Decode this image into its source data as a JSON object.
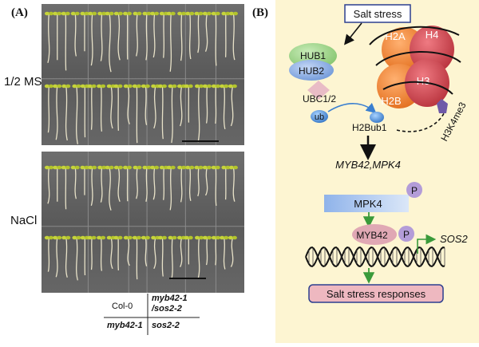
{
  "panel_a": {
    "label": "(A)",
    "rows": {
      "top": "1/2 MS",
      "bottom": "NaCl"
    },
    "legend": {
      "col0": "Col-0",
      "myb42_sos2_line1": "myb42-1",
      "myb42_sos2_line2": "/sos2-2",
      "myb42": "myb42-1",
      "sos2": "sos2-2"
    }
  },
  "panel_b": {
    "label": "(B)",
    "salt_stress": "Salt stress",
    "hub1": "HUB1",
    "hub2": "HUB2",
    "ubc": "UBC1/2",
    "ub": "ub",
    "h2a": "H2A",
    "h4": "H4",
    "h3": "H3",
    "h2b": "H2B",
    "h2bub1": "H2Bub1",
    "h3k4me3": "H3K4me3",
    "genes": "MYB42,MPK4",
    "mpk4": "MPK4",
    "p1": "P",
    "myb42": "MYB42",
    "p2": "P",
    "sos2": "SOS2",
    "responses": "Salt stress responses"
  },
  "colors": {
    "panel_b_bg": "#fdf5d2",
    "salt_box_border": "#2c3f8f",
    "hub1": "#9fd28c",
    "hub2": "#86a9e0",
    "ubc": "#e9bcc6",
    "ub": "#4e8fd6",
    "h2a": "#f08a3c",
    "h4": "#cf4f58",
    "h3": "#c4404a",
    "h2b": "#f08a3c",
    "me3": "#6f59a8",
    "mpk4_box": "#a9c5ee",
    "p_circle": "#b39cd8",
    "myb42": "#e0a8b4",
    "arrow_green": "#3a9a3a",
    "responses_fill": "#eeb8c0",
    "responses_border": "#2c3f8f"
  }
}
